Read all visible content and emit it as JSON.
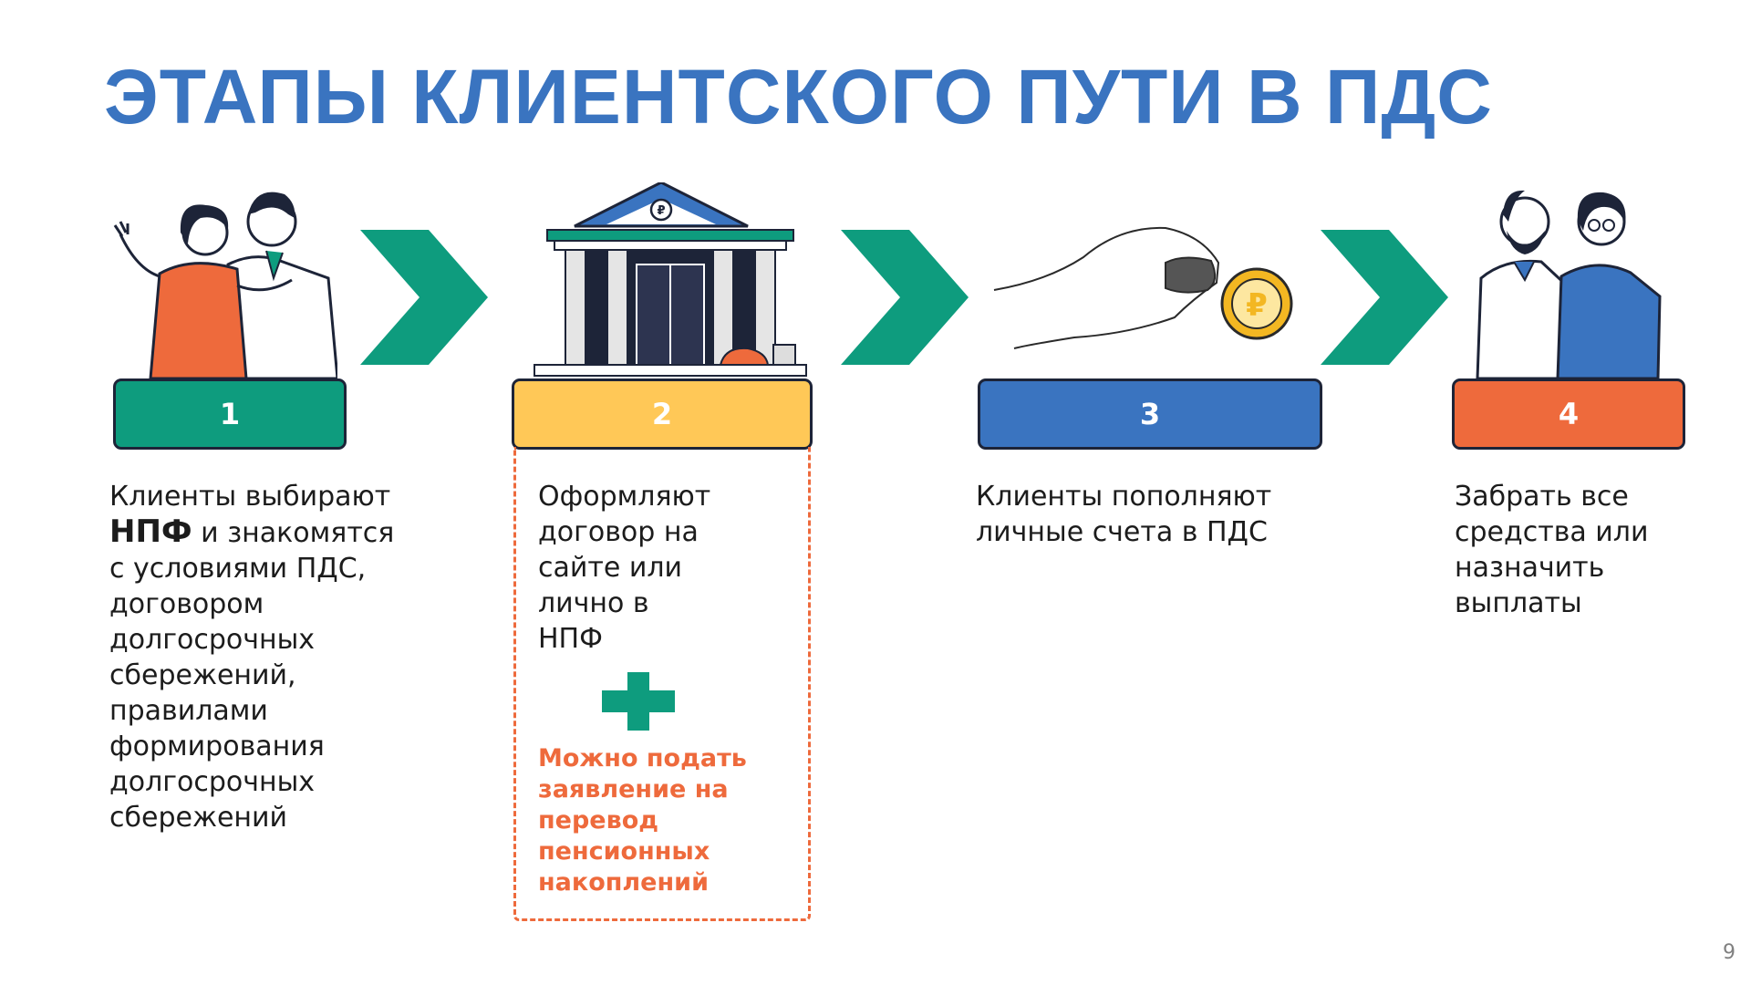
{
  "title": "ЭТАПЫ КЛИЕНТСКОГО ПУТИ В ПДС",
  "colors": {
    "title": "#3a74c0",
    "green": "#0e9c7e",
    "yellow": "#ffc857",
    "blue": "#3a74c0",
    "orange": "#ee6a3c",
    "note": "#ee6a3c"
  },
  "steps": [
    {
      "number": "1",
      "icon": "couple-illustration",
      "text_pre": "Клиенты выбирают",
      "text_bold": "НПФ",
      "text_post": " и знакомятся с условиями ПДС, договором долгосрочных сбережений, правилами формирования долгосрочных сбережений"
    },
    {
      "number": "2",
      "icon": "bank-building-illustration",
      "text": "Оформляют договор на сайте или лично в НПФ",
      "note": "Можно подать заявление на перевод пенсионных накоплений"
    },
    {
      "number": "3",
      "icon": "hand-with-coin-illustration",
      "text": "Клиенты пополняют личные счета в ПДС"
    },
    {
      "number": "4",
      "icon": "elderly-couple-illustration",
      "text": "Забрать все средства или назначить выплаты"
    }
  ],
  "page_number": "9"
}
